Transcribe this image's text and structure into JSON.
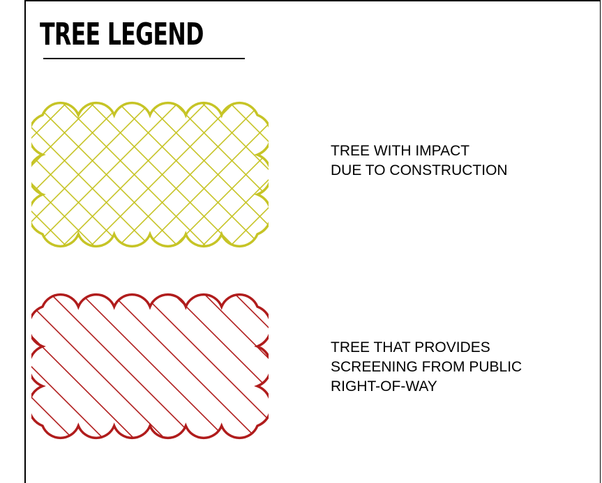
{
  "title": "TREE LEGEND",
  "legend": [
    {
      "label_lines": [
        "TREE WITH IMPACT",
        "DUE TO CONSTRUCTION"
      ],
      "color": "#c6c426",
      "hatch": "crosshatch"
    },
    {
      "label_lines": [
        "TREE THAT PROVIDES",
        "SCREENING FROM PUBLIC",
        "RIGHT-OF-WAY"
      ],
      "color": "#b01c1c",
      "hatch": "diagonal"
    }
  ]
}
